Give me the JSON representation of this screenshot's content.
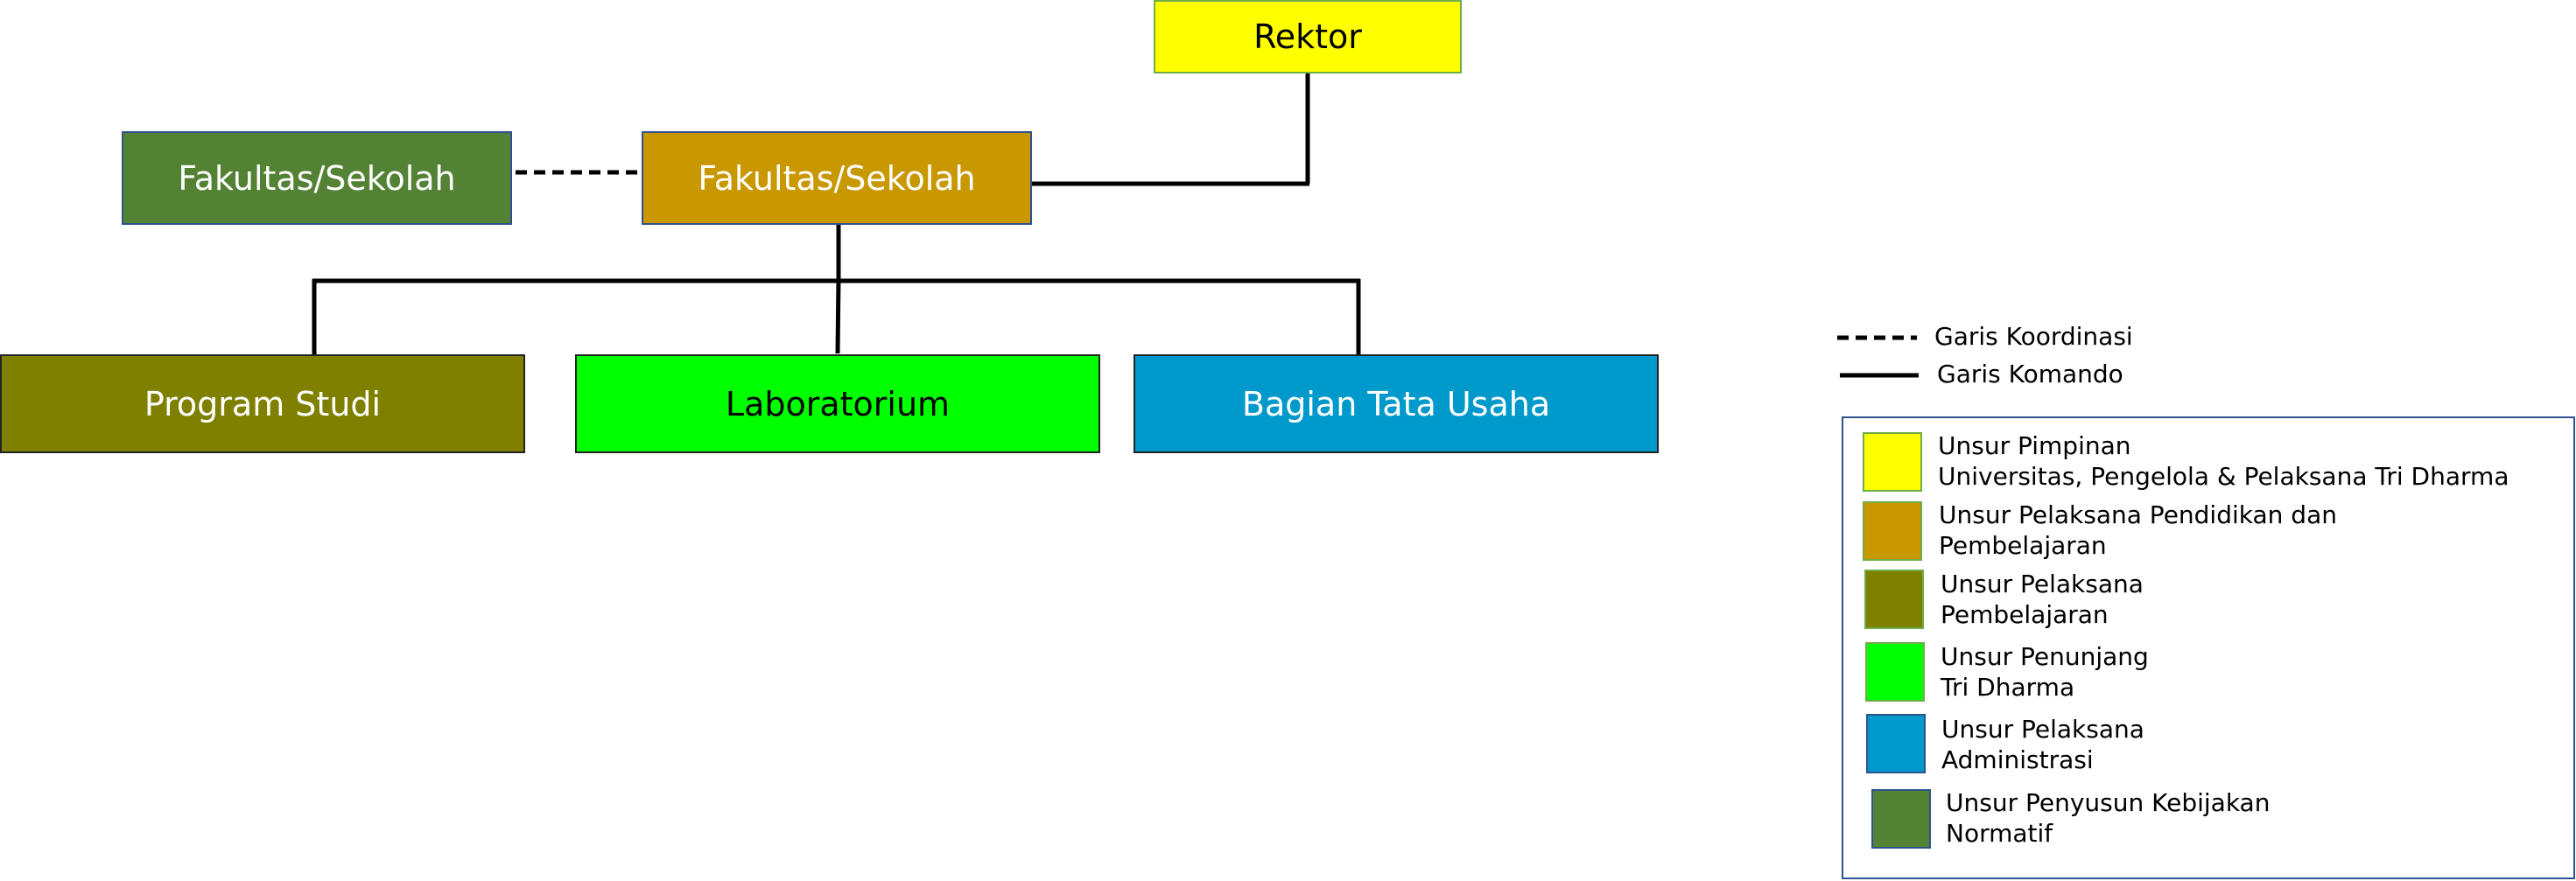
{
  "org_chart": {
    "rektor": {
      "label": "Rektor",
      "fill": "#ffff00",
      "border": "#70ad47",
      "text_color": "#000000"
    },
    "fakultas_koordinasi": {
      "label": "Fakultas/Sekolah",
      "fill": "#548235",
      "border": "#2f528f",
      "text_color": "#ffffff"
    },
    "fakultas": {
      "label": "Fakultas/Sekolah",
      "fill": "#c99700",
      "border": "#2f528f",
      "text_color": "#ffffff"
    },
    "program_studi": {
      "label": "Program Studi",
      "fill": "#7f7f00",
      "border": "#222222",
      "text_color": "#ffffff"
    },
    "laboratorium": {
      "label": "Laboratorium",
      "fill": "#00ff00",
      "border": "#222222",
      "text_color": "#000000"
    },
    "bagian_tata_usaha": {
      "label": "Bagian Tata Usaha",
      "fill": "#0099cc",
      "border": "#222222",
      "text_color": "#ffffff"
    }
  },
  "legend": {
    "lines": [
      {
        "style": "dashed",
        "label": "Garis Koordinasi"
      },
      {
        "style": "solid",
        "label": "Garis Komando"
      }
    ],
    "items": [
      {
        "lines": [
          "Unsur Pimpinan",
          "Universitas, Pengelola & Pelaksana Tri Dharma"
        ],
        "fill": "#ffff00",
        "border": "#70ad47"
      },
      {
        "lines": [
          "Unsur Pelaksana Pendidikan dan",
          "Pembelajaran"
        ],
        "fill": "#c99700",
        "border": "#70ad47"
      },
      {
        "lines": [
          "Unsur Pelaksana",
          "Pembelajaran"
        ],
        "fill": "#7f7f00",
        "border": "#70ad47"
      },
      {
        "lines": [
          "Unsur Penunjang",
          "Tri Dharma"
        ],
        "fill": "#00ff00",
        "border": "#70ad47"
      },
      {
        "lines": [
          "Unsur Pelaksana",
          "Administrasi"
        ],
        "fill": "#0099cc",
        "border": "#2f528f"
      },
      {
        "lines": [
          "Unsur Penyusun Kebijakan",
          "Normatif"
        ],
        "fill": "#548235",
        "border": "#2f528f"
      }
    ]
  }
}
